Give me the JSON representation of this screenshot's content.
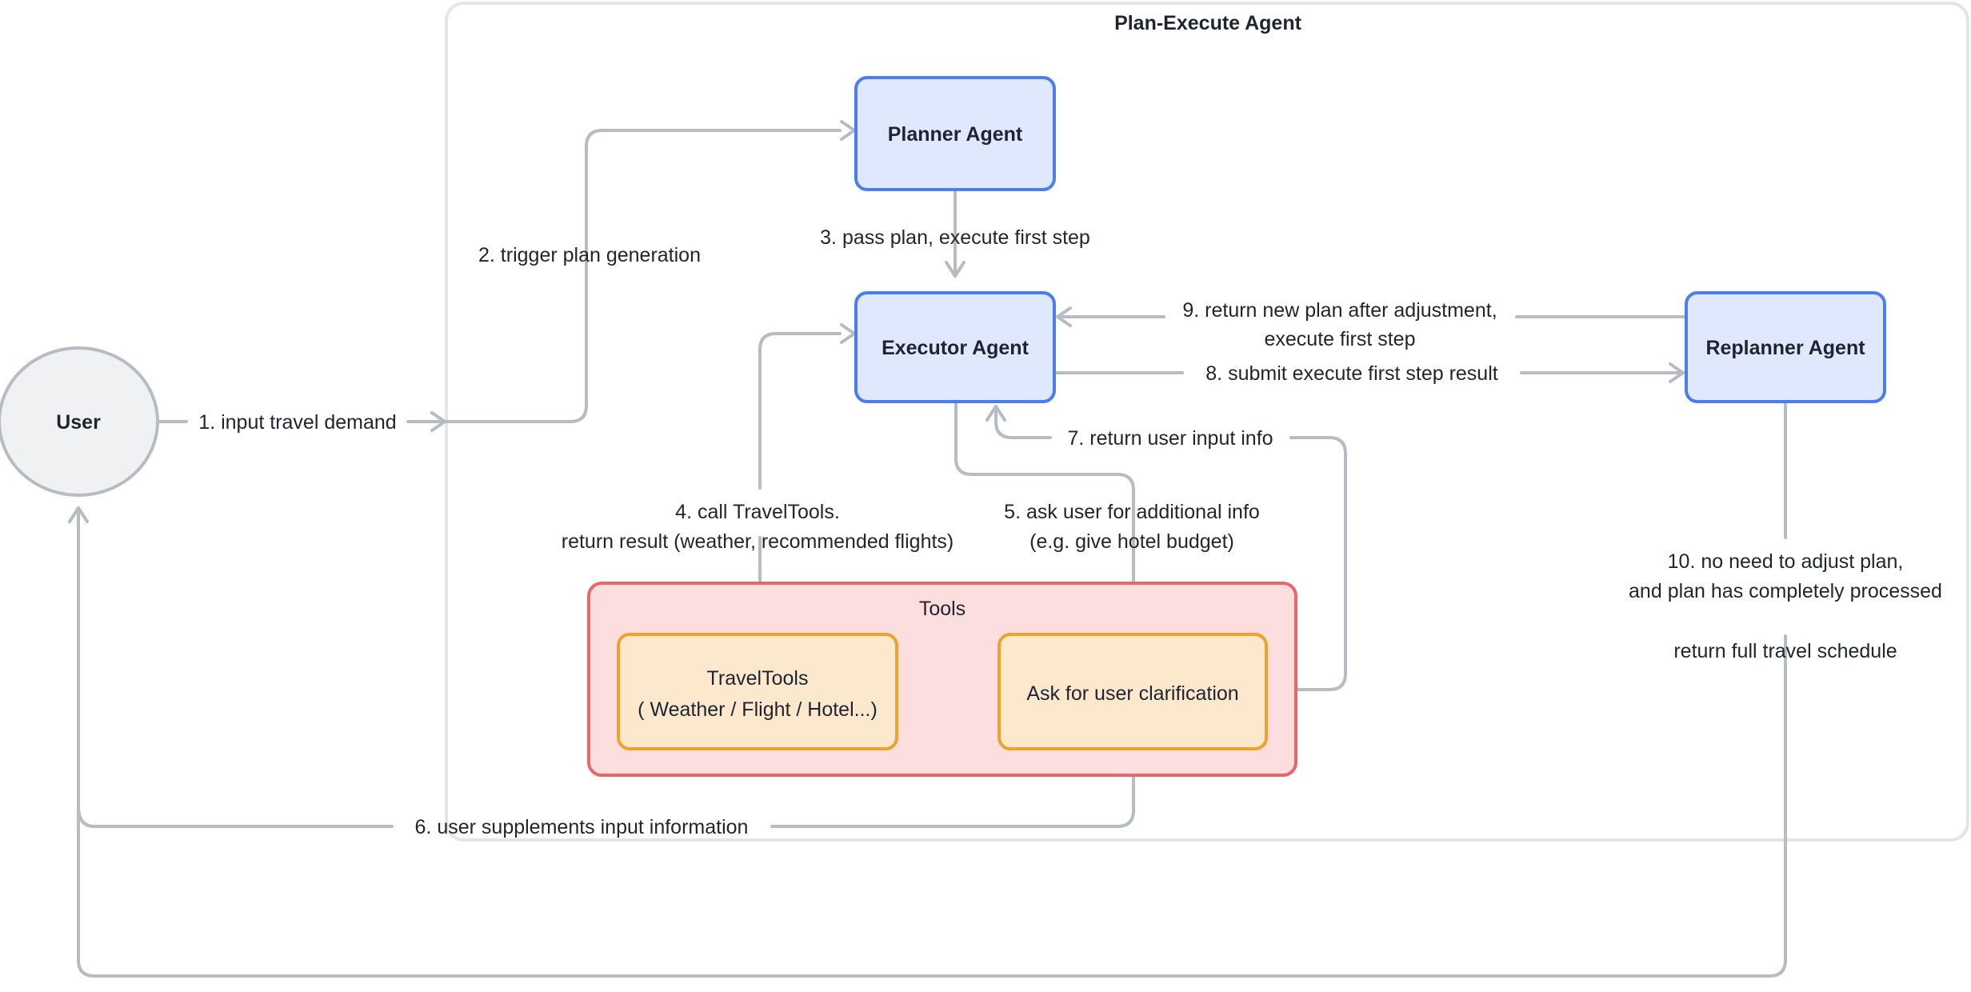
{
  "diagram": {
    "title": "Plan-Execute Agent",
    "groups": [
      {
        "id": "plan-execute-agent",
        "label": "Plan-Execute Agent"
      },
      {
        "id": "tools",
        "label": "Tools"
      }
    ],
    "nodes": [
      {
        "id": "user",
        "label": "User",
        "shape": "ellipse",
        "fill": "#f0f1f3",
        "stroke": "#b7bcc2"
      },
      {
        "id": "planner",
        "label": "Planner Agent",
        "shape": "rounded-rect",
        "fill": "#dfe8fd",
        "stroke": "#4a7ef0"
      },
      {
        "id": "executor",
        "label": "Executor Agent",
        "shape": "rounded-rect",
        "fill": "#dfe8fd",
        "stroke": "#4a7ef0"
      },
      {
        "id": "replanner",
        "label": "Replanner Agent",
        "shape": "rounded-rect",
        "fill": "#dfe8fd",
        "stroke": "#4a7ef0"
      },
      {
        "id": "travel-tools",
        "label_line1": "TravelTools",
        "label_line2": "( Weather / Flight / Hotel...)",
        "shape": "rounded-rect",
        "fill": "#fce9cd",
        "stroke": "#f0a02c"
      },
      {
        "id": "ask-clarification",
        "label": "Ask for user clarification",
        "shape": "rounded-rect",
        "fill": "#fce9cd",
        "stroke": "#f0a02c"
      }
    ],
    "edges": [
      {
        "id": "e1",
        "label": "1. input travel demand",
        "from": "user",
        "to": "plan-execute-agent"
      },
      {
        "id": "e2",
        "label": "2. trigger plan generation",
        "from": "user",
        "to": "planner"
      },
      {
        "id": "e3",
        "label": "3. pass plan, execute first step",
        "from": "planner",
        "to": "executor"
      },
      {
        "id": "e4",
        "label_line1": "4. call TravelTools.",
        "label_line2": "return result (weather, recommended flights)",
        "from": "executor",
        "to": "travel-tools"
      },
      {
        "id": "e5",
        "label_line1": "5. ask user for additional info",
        "label_line2": "(e.g. give hotel budget)",
        "from": "executor",
        "to": "ask-clarification"
      },
      {
        "id": "e6",
        "label": "6. user supplements input information",
        "from": "user",
        "to": "ask-clarification"
      },
      {
        "id": "e7",
        "label": "7. return user input info",
        "from": "ask-clarification",
        "to": "executor"
      },
      {
        "id": "e8",
        "label": "8. submit execute first step result",
        "from": "executor",
        "to": "replanner"
      },
      {
        "id": "e9",
        "label_line1": "9. return new plan after adjustment,",
        "label_line2": "execute first step",
        "from": "replanner",
        "to": "executor"
      },
      {
        "id": "e10",
        "label_line1": "10. no need to adjust plan,",
        "label_line2": "and plan has completely processed",
        "label_line3": "return full travel schedule",
        "from": "replanner",
        "to": "user"
      }
    ],
    "colors": {
      "agent_fill": "#dfe8fd",
      "agent_stroke": "#4a7ef0",
      "tool_fill": "#fce9cd",
      "tool_stroke": "#f0a02c",
      "tools_group_fill": "#fcdede",
      "tools_group_stroke": "#ea6767",
      "user_fill": "#f0f1f3",
      "user_stroke": "#b7bcc2",
      "edge_stroke": "#b7bcc2",
      "group_stroke": "#e3e5e8",
      "text": "#21262e"
    }
  }
}
